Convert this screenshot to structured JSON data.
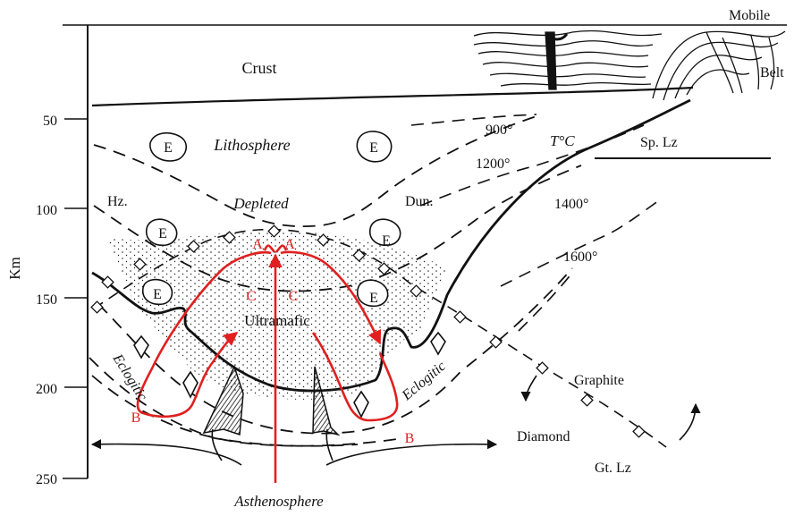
{
  "axis": {
    "label": "Km",
    "ticks": [
      "50",
      "100",
      "150",
      "200",
      "250"
    ]
  },
  "regions": {
    "crust": "Crust",
    "lithosphere": "Lithosphere",
    "depleted": "Depleted",
    "ultramafic": "Ultramafic",
    "asthenosphere": "Asthenosphere",
    "mobile": "Mobile",
    "belt": "Belt",
    "sp_lz": "Sp. Lz",
    "gt_lz": "Gt. Lz",
    "hz": "Hz.",
    "dun": "Dun.",
    "eclogitic_left": "Eclogitic",
    "eclogitic_right": "Eclogitic",
    "graphite": "Graphite",
    "diamond": "Diamond"
  },
  "temperature": {
    "label": "T°C",
    "isotherms": [
      "900°",
      "1200°",
      "1400°",
      "1600°"
    ]
  },
  "eclogite_symbol": "E",
  "flow_points": {
    "a_left": "A",
    "a_right": "A",
    "c_left": "C",
    "c_right": "C",
    "b_left": "B",
    "b_right": "B"
  },
  "colors": {
    "flow": "#e02020",
    "ink": "#111111"
  }
}
